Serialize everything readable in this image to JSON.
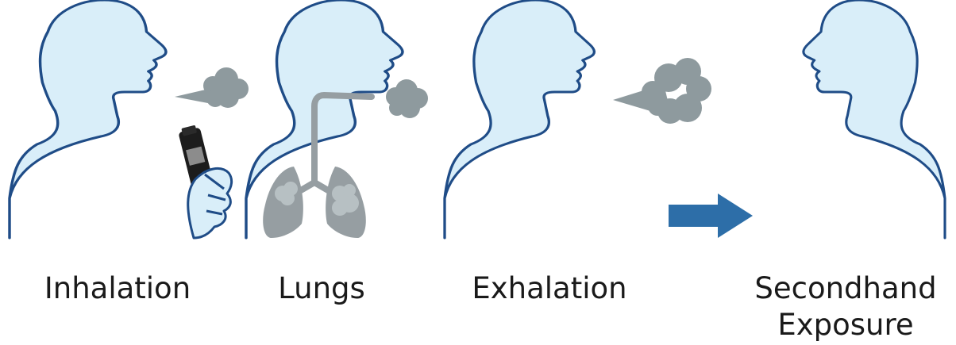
{
  "colors": {
    "silhouette_fill": "#d9eef9",
    "silhouette_outline": "#1f4c87",
    "vapor": "#8e9a9e",
    "airway": "#969ea2",
    "arrow": "#2d6ea8",
    "device": "#1c1c1c"
  },
  "icons": {
    "inhalation": [
      "person-silhouette-icon",
      "vape-device-icon",
      "hand-icon",
      "vapor-cloud-icon"
    ],
    "lungs": [
      "person-silhouette-icon",
      "airway-icon",
      "lungs-icon",
      "vapor-cloud-icon"
    ],
    "exhalation": [
      "person-silhouette-icon",
      "vapor-plume-icon"
    ],
    "secondhand": [
      "arrow-right-icon",
      "person-silhouette-icon"
    ]
  },
  "labels": {
    "inhalation": "Inhalation",
    "lungs": "Lungs",
    "exhalation": "Exhalation",
    "secondhand_line1": "Secondhand",
    "secondhand_line2": "Exposure"
  }
}
